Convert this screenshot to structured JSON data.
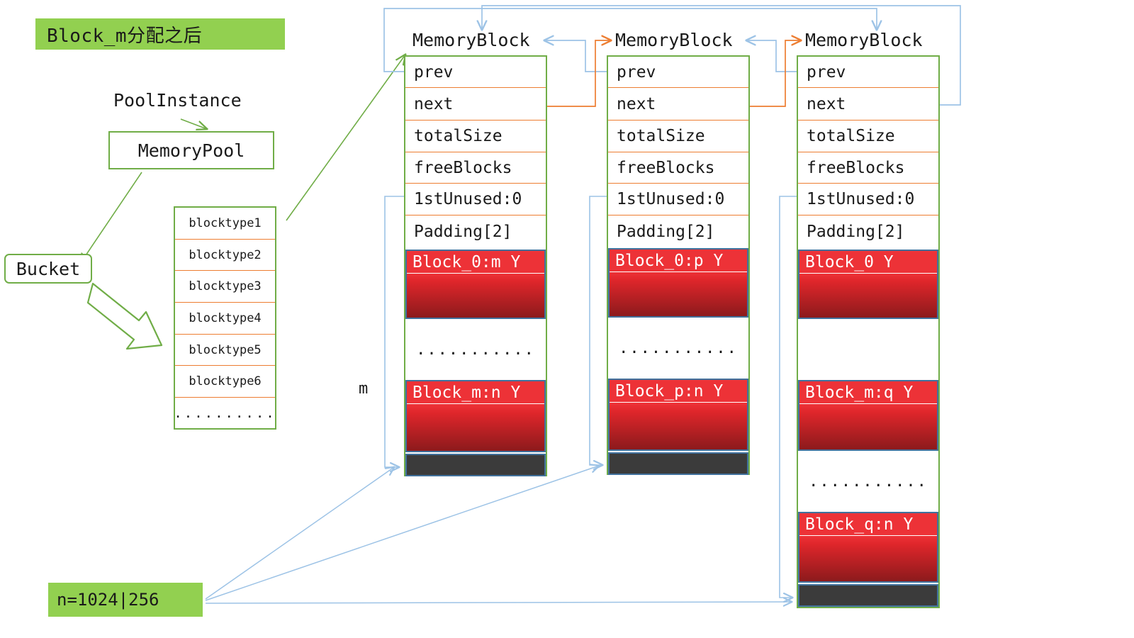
{
  "title": "Block_m分配之后",
  "labels": {
    "pool_instance": "PoolInstance",
    "memory_pool": "MemoryPool",
    "bucket": "Bucket",
    "m_marker": "m",
    "n_value": "n=1024|256",
    "ellipsis": "...........",
    "bucket_ellipsis": ".........."
  },
  "bucket_list": {
    "items": [
      "blocktype1",
      "blocktype2",
      "blocktype3",
      "blocktype4",
      "blocktype5",
      "blocktype6"
    ]
  },
  "colors": {
    "banner_green": "#92D050",
    "frame_green": "#70AD47",
    "divider_orange": "#ED7D31",
    "block_red": "#ED3237",
    "block_red_dark": "#8C1A1C",
    "block_border_blue": "#41719C",
    "tail_dark": "#3B3B3B",
    "wire_blue": "#9DC3E6",
    "wire_orange": "#ED7D31",
    "wire_green": "#70AD47"
  },
  "memory_blocks": [
    {
      "title": "MemoryBlock",
      "fields": [
        "prev",
        "next",
        "totalSize",
        "freeBlocks",
        "1stUnused:0",
        "Padding[2]"
      ],
      "blocks": [
        {
          "kind": "allocated",
          "label": "Block_0:m Y"
        },
        {
          "kind": "gap",
          "label": "..........."
        },
        {
          "kind": "allocated",
          "label": "Block_m:n Y"
        },
        {
          "kind": "tail",
          "label": ""
        }
      ]
    },
    {
      "title": "MemoryBlock",
      "fields": [
        "prev",
        "next",
        "totalSize",
        "freeBlocks",
        "1stUnused:0",
        "Padding[2]"
      ],
      "blocks": [
        {
          "kind": "allocated",
          "label": "Block_0:p Y"
        },
        {
          "kind": "gap",
          "label": "..........."
        },
        {
          "kind": "allocated",
          "label": "Block_p:n Y"
        },
        {
          "kind": "tail",
          "label": ""
        }
      ]
    },
    {
      "title": "MemoryBlock",
      "fields": [
        "prev",
        "next",
        "totalSize",
        "freeBlocks",
        "1stUnused:0",
        "Padding[2]"
      ],
      "blocks": [
        {
          "kind": "allocated",
          "label": "Block_0  Y"
        },
        {
          "kind": "gap",
          "label": ""
        },
        {
          "kind": "allocated",
          "label": "Block_m:q Y"
        },
        {
          "kind": "gap",
          "label": "..........."
        },
        {
          "kind": "allocated",
          "label": "Block_q:n Y"
        },
        {
          "kind": "tail",
          "label": ""
        }
      ]
    }
  ]
}
